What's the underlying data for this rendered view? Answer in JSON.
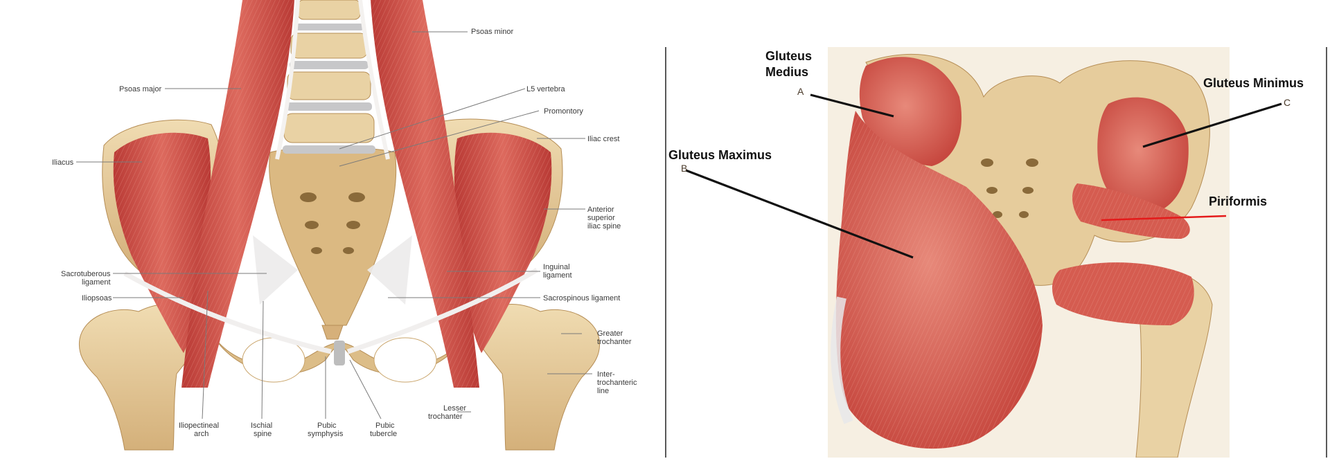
{
  "left_figure": {
    "labels": {
      "psoas_minor": "Psoas minor",
      "psoas_major": "Psoas major",
      "l5_vertebra": "L5 vertebra",
      "promontory": "Promontory",
      "iliac_crest": "Iliac crest",
      "iliacus": "Iliacus",
      "asis_1": "Anterior",
      "asis_2": "superior",
      "asis_3": "iliac spine",
      "inguinal_1": "Inguinal",
      "inguinal_2": "ligament",
      "sacrotuberous_1": "Sacrotuberous",
      "sacrotuberous_2": "ligament",
      "iliopsoas": "Iliopsoas",
      "sacrospinous": "Sacrospinous ligament",
      "greater_troch_1": "Greater",
      "greater_troch_2": "trochanter",
      "intertroch_1": "Inter-",
      "intertroch_2": "trochanteric",
      "intertroch_3": "line",
      "lesser_troch_1": "Lesser",
      "lesser_troch_2": "trochanter",
      "iliopectineal_1": "Iliopectineal",
      "iliopectineal_2": "arch",
      "ischial_1": "Ischial",
      "ischial_2": "spine",
      "pubic_sym_1": "Pubic",
      "pubic_sym_2": "symphysis",
      "pubic_tub_1": "Pubic",
      "pubic_tub_2": "tubercle"
    }
  },
  "right_figure": {
    "labels": {
      "gluteus_medius_1": "Gluteus",
      "gluteus_medius_2": "Medius",
      "letter_a": "A",
      "gluteus_maximus": "Gluteus Maximus",
      "letter_b": "B",
      "gluteus_minimus": "Gluteus Minimus",
      "letter_c": "C",
      "piriformis": "Piriformis"
    }
  },
  "colors": {
    "muscle": "#d0544c",
    "muscle_light": "#e58a7e",
    "bone": "#e6cc9c",
    "bone_dark": "#c9a46a",
    "ligament": "#ecebeb",
    "right_bg": "#f6efe2",
    "piriformis_leader": "#e41a1a"
  }
}
